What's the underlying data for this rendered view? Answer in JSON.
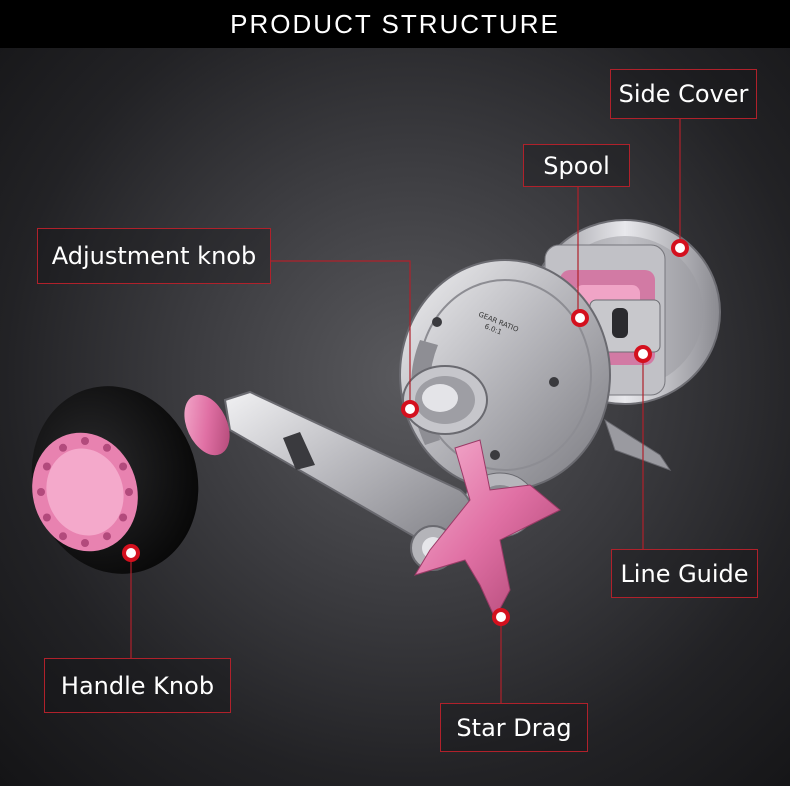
{
  "header": {
    "title": "PRODUCT STRUCTURE"
  },
  "reel": {
    "engraving_line1": "GEAR RATIO",
    "engraving_line2": "6.0:1"
  },
  "labels": {
    "side_cover": "Side Cover",
    "spool": "Spool",
    "adjustment_knob": "Adjustment knob",
    "line_guide": "Line Guide",
    "handle_knob": "Handle Knob",
    "star_drag": "Star Drag"
  },
  "colors": {
    "accent": "#d4101e",
    "reel_pink": "#e882b0",
    "reel_silver": "#c8c8cc"
  }
}
